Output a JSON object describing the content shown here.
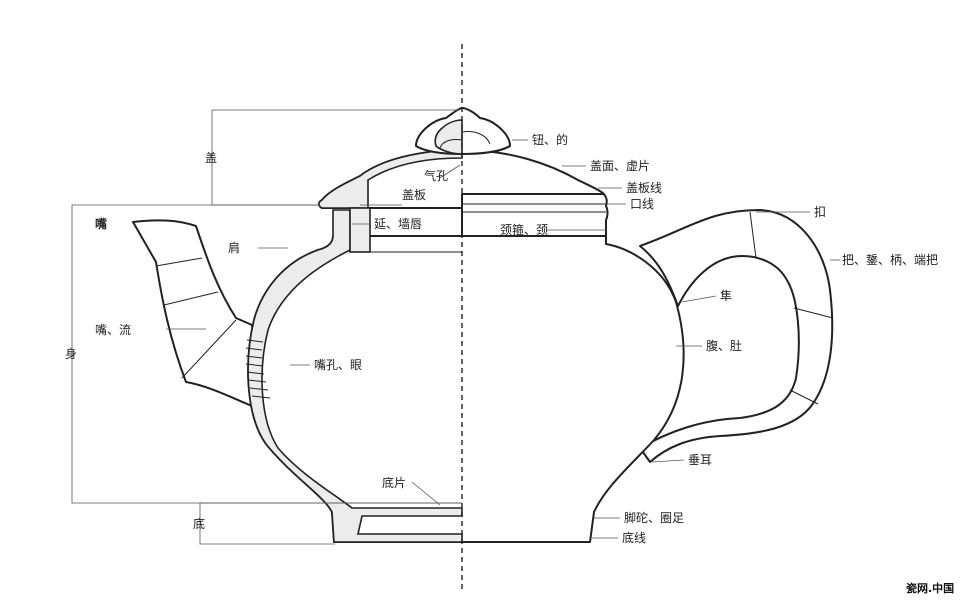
{
  "labels": {
    "gai": "盖",
    "shen": "身",
    "di": "底",
    "zui": "嘴",
    "zui_liu": "嘴、流",
    "jian": "肩",
    "zuikong": "嘴孔、眼",
    "diban": "底片",
    "gaiban": "盖板",
    "qikong": "气孔",
    "yan_qiangchun": "延、墙唇",
    "niu": "钮、的",
    "gaimian": "盖面、虚片",
    "gaibanxian": "盖板线",
    "kouxian": "口线",
    "jingyong": "颈箍、颈",
    "kou": "扣",
    "ba": "把、鋬、柄、端把",
    "zhun": "隼",
    "fu": "腹、肚",
    "chuier": "垂耳",
    "jiaotuo": "脚砣、圈足",
    "dixian": "底线"
  },
  "watermark": "瓷网.中国"
}
